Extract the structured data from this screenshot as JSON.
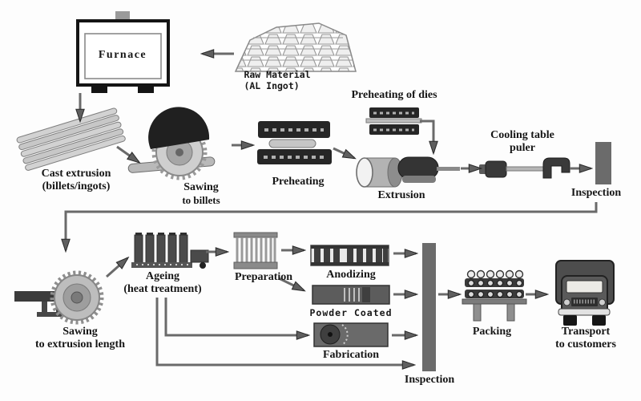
{
  "diagram": {
    "type": "process-flow",
    "subject": "aluminium extrusion production flow",
    "colors": {
      "background": "#fdfdfd",
      "arrow": "#5f5f5f",
      "dark_fill": "#2a2a2a",
      "inspection_bar": "#6b6b6b",
      "light_metal": "#c9c9c9",
      "text": "#161616"
    },
    "stages": {
      "furnace": {
        "label": "Furnace"
      },
      "raw_material": {
        "line1": "Raw Material",
        "line2": "(AL Ingot)"
      },
      "cast_extrusion": {
        "line1": "Cast extrusion",
        "line2": "(billets/ingots)"
      },
      "sawing_to_billets": {
        "line1": "Sawing",
        "line2": "to billets"
      },
      "preheating": {
        "label": "Preheating"
      },
      "preheating_of_dies": {
        "label": "Preheating of dies"
      },
      "extrusion": {
        "label": "Extrusion"
      },
      "cooling_table": {
        "line1": "Cooling table",
        "line2": "puler"
      },
      "inspection_1": {
        "label": "Inspection"
      },
      "sawing_to_length": {
        "line1": "Sawing",
        "line2": "to extrusion length"
      },
      "ageing": {
        "line1": "Ageing",
        "line2": "(heat treatment)"
      },
      "preparation": {
        "label": "Preparation"
      },
      "anodizing": {
        "label": "Anodizing"
      },
      "powder_coated": {
        "label": "Powder Coated"
      },
      "fabrication": {
        "label": "Fabrication"
      },
      "inspection_2": {
        "label": "Inspection"
      },
      "packing": {
        "label": "Packing"
      },
      "transport": {
        "line1": "Transport",
        "line2": "to customers"
      }
    }
  }
}
